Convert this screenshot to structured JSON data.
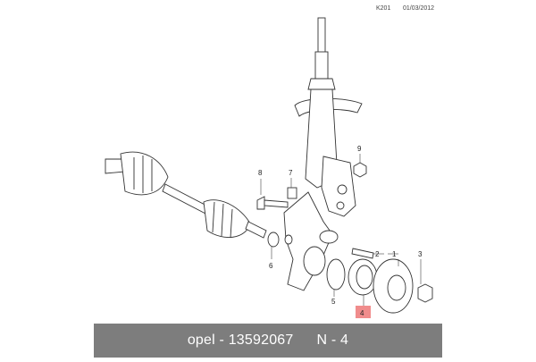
{
  "header": {
    "code": "K201",
    "date": "01/03/2012"
  },
  "callouts": [
    "1",
    "2",
    "3",
    "4",
    "5",
    "6",
    "7",
    "8",
    "9"
  ],
  "highlight": {
    "label": "4",
    "color": "#f08c8c"
  },
  "footer": {
    "brand_part": "opel - 13592067",
    "position": "N - 4"
  }
}
